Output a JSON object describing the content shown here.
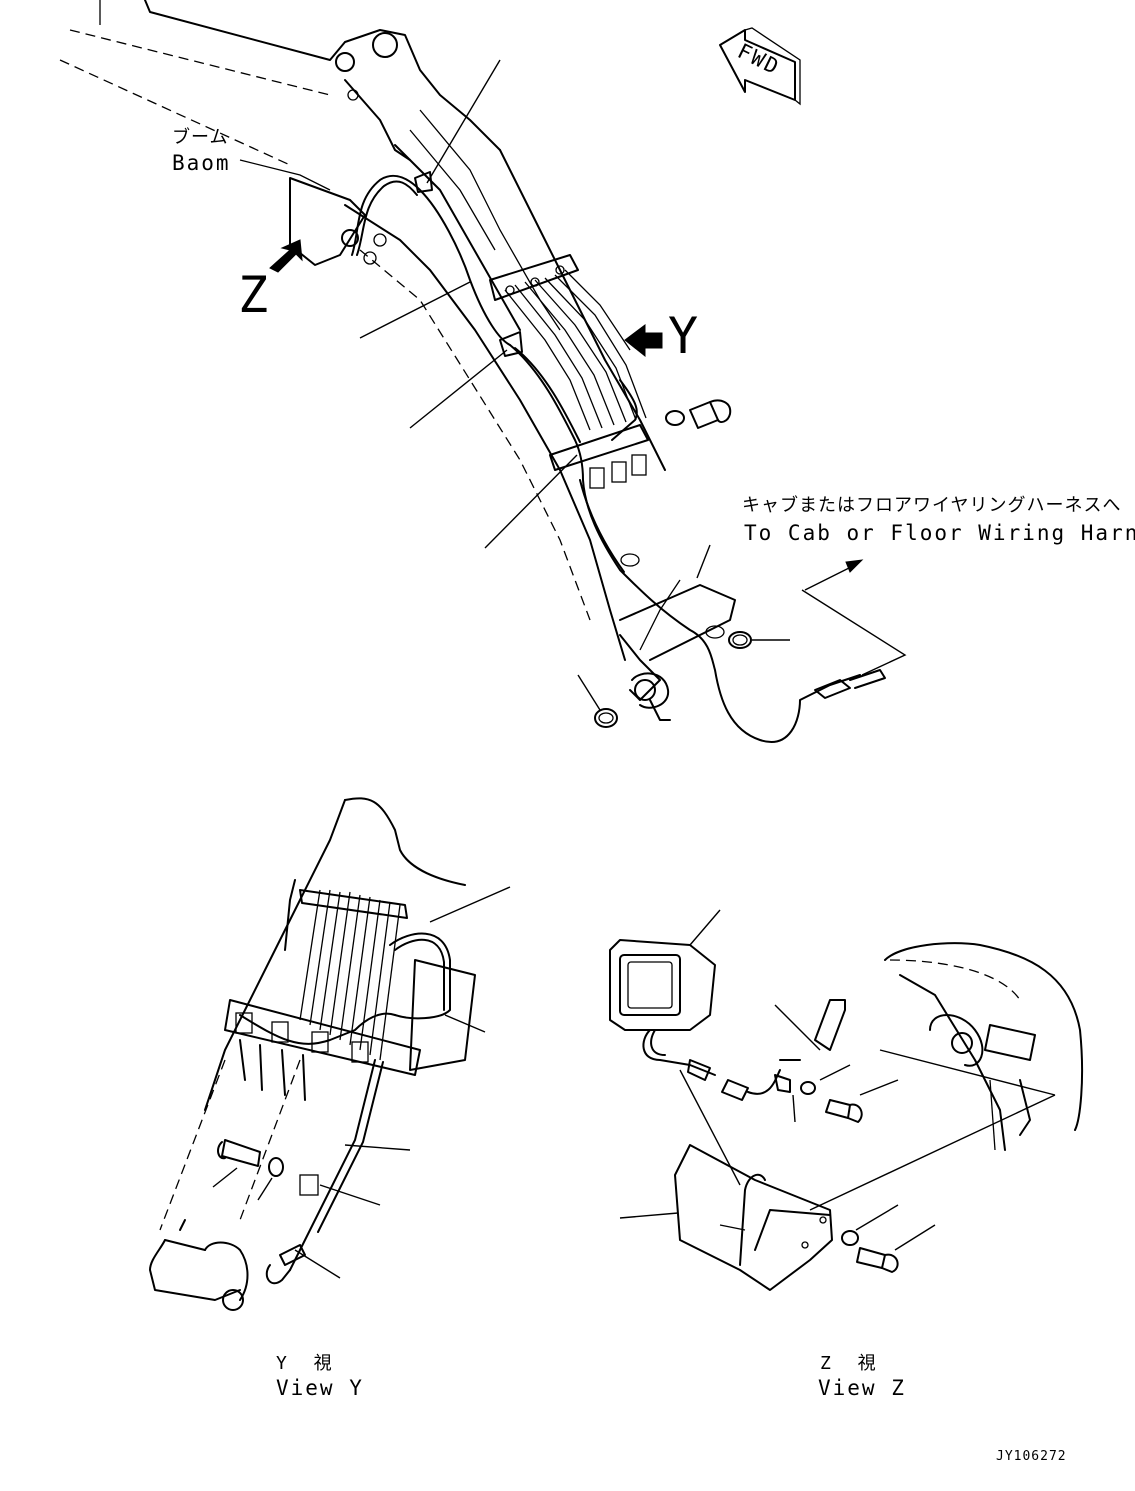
{
  "labels": {
    "boom_jp": "ブーム",
    "boom_en": "Baom",
    "fwd": "FWD",
    "view_z_letter": "Z",
    "view_y_letter": "Y",
    "harness_jp": "キャブまたはフロアワイヤリングハーネスへ",
    "harness_en": "To Cab or Floor Wiring Harness",
    "view_y_jp": "Y 視",
    "view_y_en": "View Y",
    "view_z_jp": "Z 視",
    "view_z_en": "View Z",
    "drawing_code": "JY106272"
  }
}
